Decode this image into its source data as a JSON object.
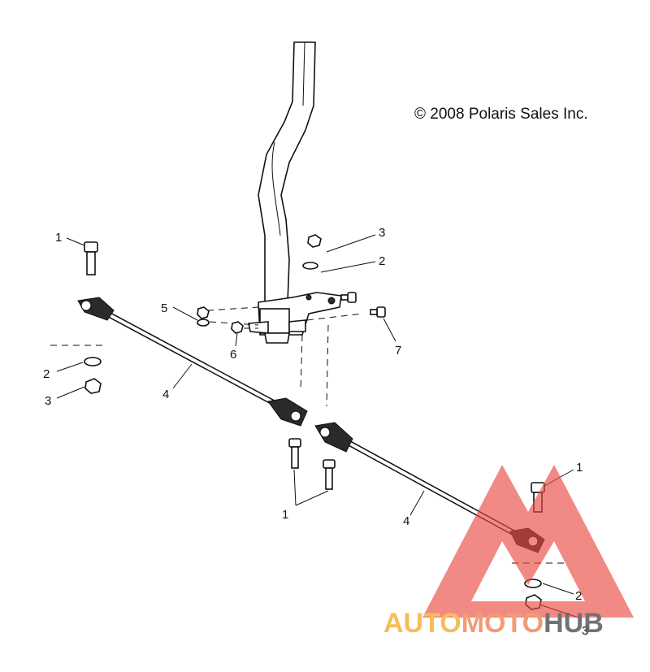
{
  "copyright": "© 2008 Polaris Sales Inc.",
  "callouts": {
    "bolt_left": "1",
    "washer_left": "2",
    "nut_left": "3",
    "tie_rod_left": "4",
    "washer_center": "5",
    "nut_center": "6",
    "bolt_center": "7",
    "nut_top": "3",
    "washer_top": "2",
    "bolts_center_bottom": "1",
    "tie_rod_right": "4",
    "bolt_right": "1",
    "washer_right": "2",
    "nut_right": "3"
  },
  "watermark": {
    "part1": "AUTO",
    "part2": "MOTO",
    "part3": "HUB",
    "color_orange": "#f5b23c",
    "color_red": "#e9473f",
    "color_gray": "#5a5a5a"
  }
}
